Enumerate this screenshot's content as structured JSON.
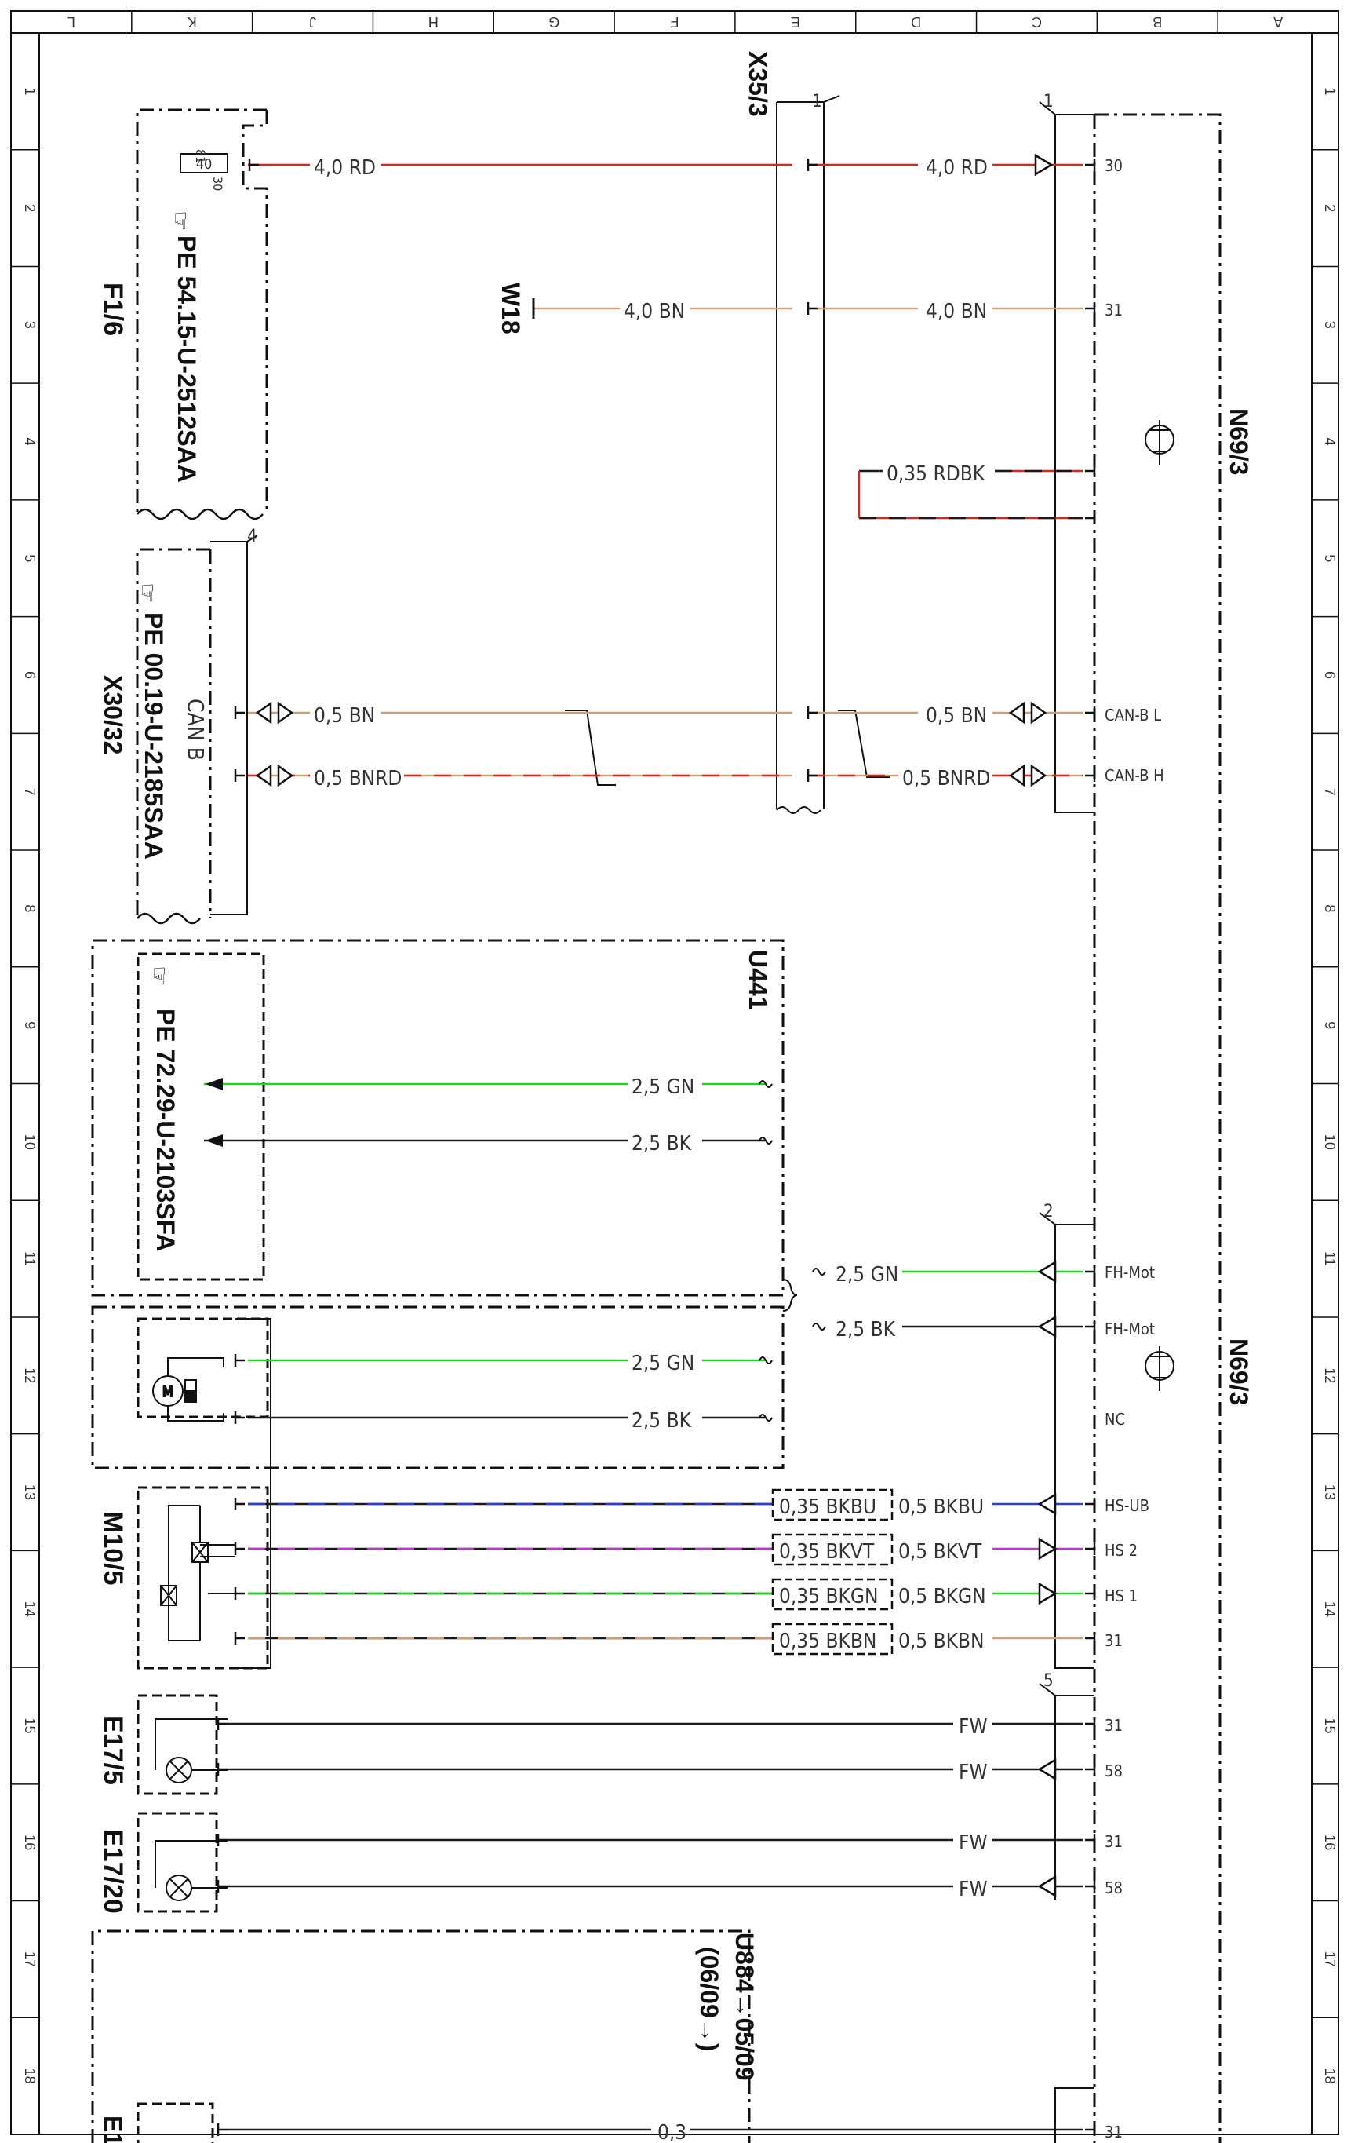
{
  "grid": {
    "columns": [
      "L",
      "K",
      "J",
      "H",
      "G",
      "F",
      "E",
      "D",
      "C",
      "B",
      "A"
    ],
    "rows": [
      "1",
      "2",
      "3",
      "4",
      "5",
      "6",
      "7",
      "8",
      "9",
      "10",
      "11",
      "12",
      "13",
      "14",
      "15",
      "16",
      "17",
      "18"
    ]
  },
  "components": {
    "F1_6": "F1/6",
    "F1_6_ref": "PE 54.15-U-2512SAA",
    "fuse_value": "40",
    "fuse_pin_a": "81",
    "fuse_pin_b": "30",
    "X30_32": "X30/32",
    "X30_32_ref": "PE 00.19-U-2185SAA",
    "can_b": "CAN B",
    "U441": "U441",
    "U441_ref": "PE 72.29-U-2103SFA",
    "M10_5": "M10/5",
    "E17_5": "E17/5",
    "E17_20": "E17/20",
    "X35_3": "X35/3",
    "W18": "W18",
    "N69_3_a": "N69/3",
    "N69_3_b": "N69/3",
    "U884": "U884→05/09",
    "U884b": "(06/09→)",
    "E1": "E1"
  },
  "pins": {
    "n69_1": [
      "30",
      "31",
      "",
      "",
      "CAN-B L",
      "CAN-B H"
    ],
    "n69_2": [
      "FH-Mot",
      "FH-Mot",
      "NC",
      "HS-UB",
      "HS 2",
      "HS 1",
      "31"
    ],
    "n69_5": [
      "31",
      "58",
      "31",
      "58",
      "31"
    ]
  },
  "wires": {
    "w1": "4,0 RD",
    "w2": "4,0 RD",
    "w3": "4,0 BN",
    "w4": "4,0 BN",
    "w5": "0,35 RDBK",
    "w6": "0,5 BN",
    "w7": "0,5 BN",
    "w8": "0,5 BNRD",
    "w9": "0,5 BNRD",
    "w10": "2,5 GN",
    "w11": "2,5 BK",
    "w12": "2,5 GN",
    "w13": "2,5 BK",
    "w14": "2,5 GN",
    "w15": "2,5 BK",
    "w16": "0,35 BKBU",
    "w17": "0,5 BKBU",
    "w18": "0,35 BKVT",
    "w19": "0,5 BKVT",
    "w20": "0,35 BKGN",
    "w21": "0,5 BKGN",
    "w22": "0,35 BKBN",
    "w23": "0,5 BKBN",
    "w24": "FW",
    "w25": "FW",
    "w26": "FW",
    "w27": "FW",
    "w28": "0,3"
  },
  "colors": {
    "RD": "#d42a1e",
    "BN": "#c9a27a",
    "GN": "#22d422",
    "BK": "#1a1a1a",
    "BU": "#2a3fd6",
    "VT": "#b33bc7",
    "line": "#111111"
  }
}
